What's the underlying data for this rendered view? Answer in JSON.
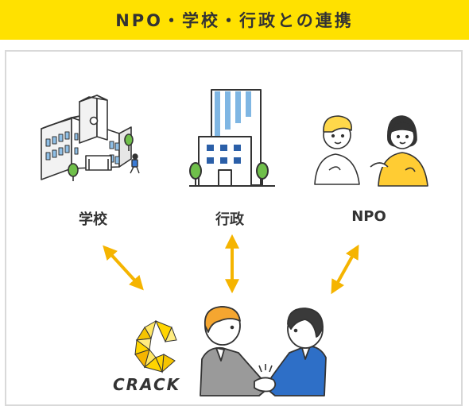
{
  "header": {
    "title": "NPO・学校・行政との連携"
  },
  "nodes": {
    "school": {
      "label": "学校",
      "icon": "school-building-icon"
    },
    "government": {
      "label": "行政",
      "icon": "government-building-icon"
    },
    "npo": {
      "label": "NPO",
      "icon": "npo-people-icon"
    }
  },
  "center": {
    "logo": "CRACK",
    "icon": "handshake-icon"
  },
  "colors": {
    "accent": "#ffe100",
    "arrow": "#f5b400",
    "text": "#333333",
    "border": "#d9d9d9"
  }
}
